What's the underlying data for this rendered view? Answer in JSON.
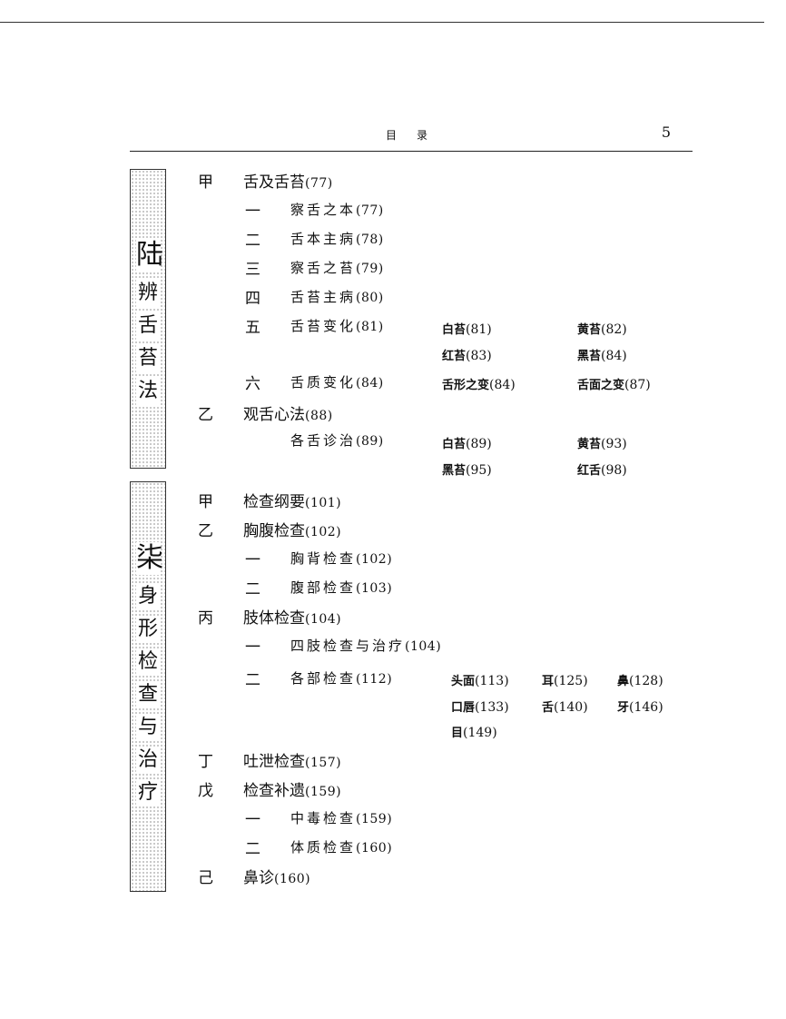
{
  "header": {
    "title": "目录",
    "page_number": "5"
  },
  "sections": [
    {
      "title": "陆辨舌苔法",
      "chars": [
        "陆",
        "辨",
        "舌",
        "苔",
        "法"
      ]
    },
    {
      "title": "柒身形检查与治疗",
      "chars": [
        "柒",
        "身",
        "形",
        "检",
        "查",
        "与",
        "治",
        "疗"
      ]
    }
  ],
  "entries": {
    "s6_jia_mark": "甲",
    "s6_jia_title": "舌及舌苔",
    "s6_jia_page": "(77)",
    "s6_1_mark": "一",
    "s6_1_title": "察舌之本",
    "s6_1_page": "(77)",
    "s6_2_mark": "二",
    "s6_2_title": "舌本主病",
    "s6_2_page": "(78)",
    "s6_3_mark": "三",
    "s6_3_title": "察舌之苔",
    "s6_3_page": "(79)",
    "s6_4_mark": "四",
    "s6_4_title": "舌苔主病",
    "s6_4_page": "(80)",
    "s6_5_mark": "五",
    "s6_5_title": "舌苔变化",
    "s6_5_page": "(81)",
    "s6_5_a": "白苔",
    "s6_5_a_p": "(81)",
    "s6_5_b": "黄苔",
    "s6_5_b_p": "(82)",
    "s6_5_c": "红苔",
    "s6_5_c_p": "(83)",
    "s6_5_d": "黑苔",
    "s6_5_d_p": "(84)",
    "s6_6_mark": "六",
    "s6_6_title": "舌质变化",
    "s6_6_page": "(84)",
    "s6_6_a": "舌形之变",
    "s6_6_a_p": "(84)",
    "s6_6_b": "舌面之变",
    "s6_6_b_p": "(87)",
    "s6_yi_mark": "乙",
    "s6_yi_title": "观舌心法",
    "s6_yi_page": "(88)",
    "s6_yi_sub_title": "各舌诊治",
    "s6_yi_sub_page": "(89)",
    "s6_yi_a": "白苔",
    "s6_yi_a_p": "(89)",
    "s6_yi_b": "黄苔",
    "s6_yi_b_p": "(93)",
    "s6_yi_c": "黑苔",
    "s6_yi_c_p": "(95)",
    "s6_yi_d": "红舌",
    "s6_yi_d_p": "(98)",
    "s7_jia_mark": "甲",
    "s7_jia_title": "检查纲要",
    "s7_jia_page": "(101)",
    "s7_yi_mark": "乙",
    "s7_yi_title": "胸腹检查",
    "s7_yi_page": "(102)",
    "s7_yi_1_mark": "一",
    "s7_yi_1_title": "胸背检查",
    "s7_yi_1_page": "(102)",
    "s7_yi_2_mark": "二",
    "s7_yi_2_title": "腹部检查",
    "s7_yi_2_page": "(103)",
    "s7_bing_mark": "丙",
    "s7_bing_title": "肢体检查",
    "s7_bing_page": "(104)",
    "s7_bing_1_mark": "一",
    "s7_bing_1_title": "四肢检查与治疗",
    "s7_bing_1_page": "(104)",
    "s7_bing_2_mark": "二",
    "s7_bing_2_title": "各部检查",
    "s7_bing_2_page": "(112)",
    "s7_bing_2_a": "头面",
    "s7_bing_2_a_p": "(113)",
    "s7_bing_2_b": "耳",
    "s7_bing_2_b_p": "(125)",
    "s7_bing_2_c": "鼻",
    "s7_bing_2_c_p": "(128)",
    "s7_bing_2_d": "口唇",
    "s7_bing_2_d_p": "(133)",
    "s7_bing_2_e": "舌",
    "s7_bing_2_e_p": "(140)",
    "s7_bing_2_f": "牙",
    "s7_bing_2_f_p": "(146)",
    "s7_bing_2_g": "目",
    "s7_bing_2_g_p": "(149)",
    "s7_ding_mark": "丁",
    "s7_ding_title": "吐泄检查",
    "s7_ding_page": "(157)",
    "s7_wu_mark": "戊",
    "s7_wu_title": "检查补遗",
    "s7_wu_page": "(159)",
    "s7_wu_1_mark": "一",
    "s7_wu_1_title": "中毒检查",
    "s7_wu_1_page": "(159)",
    "s7_wu_2_mark": "二",
    "s7_wu_2_title": "体质检查",
    "s7_wu_2_page": "(160)",
    "s7_ji_mark": "己",
    "s7_ji_title": "鼻诊",
    "s7_ji_page": "(160)"
  }
}
